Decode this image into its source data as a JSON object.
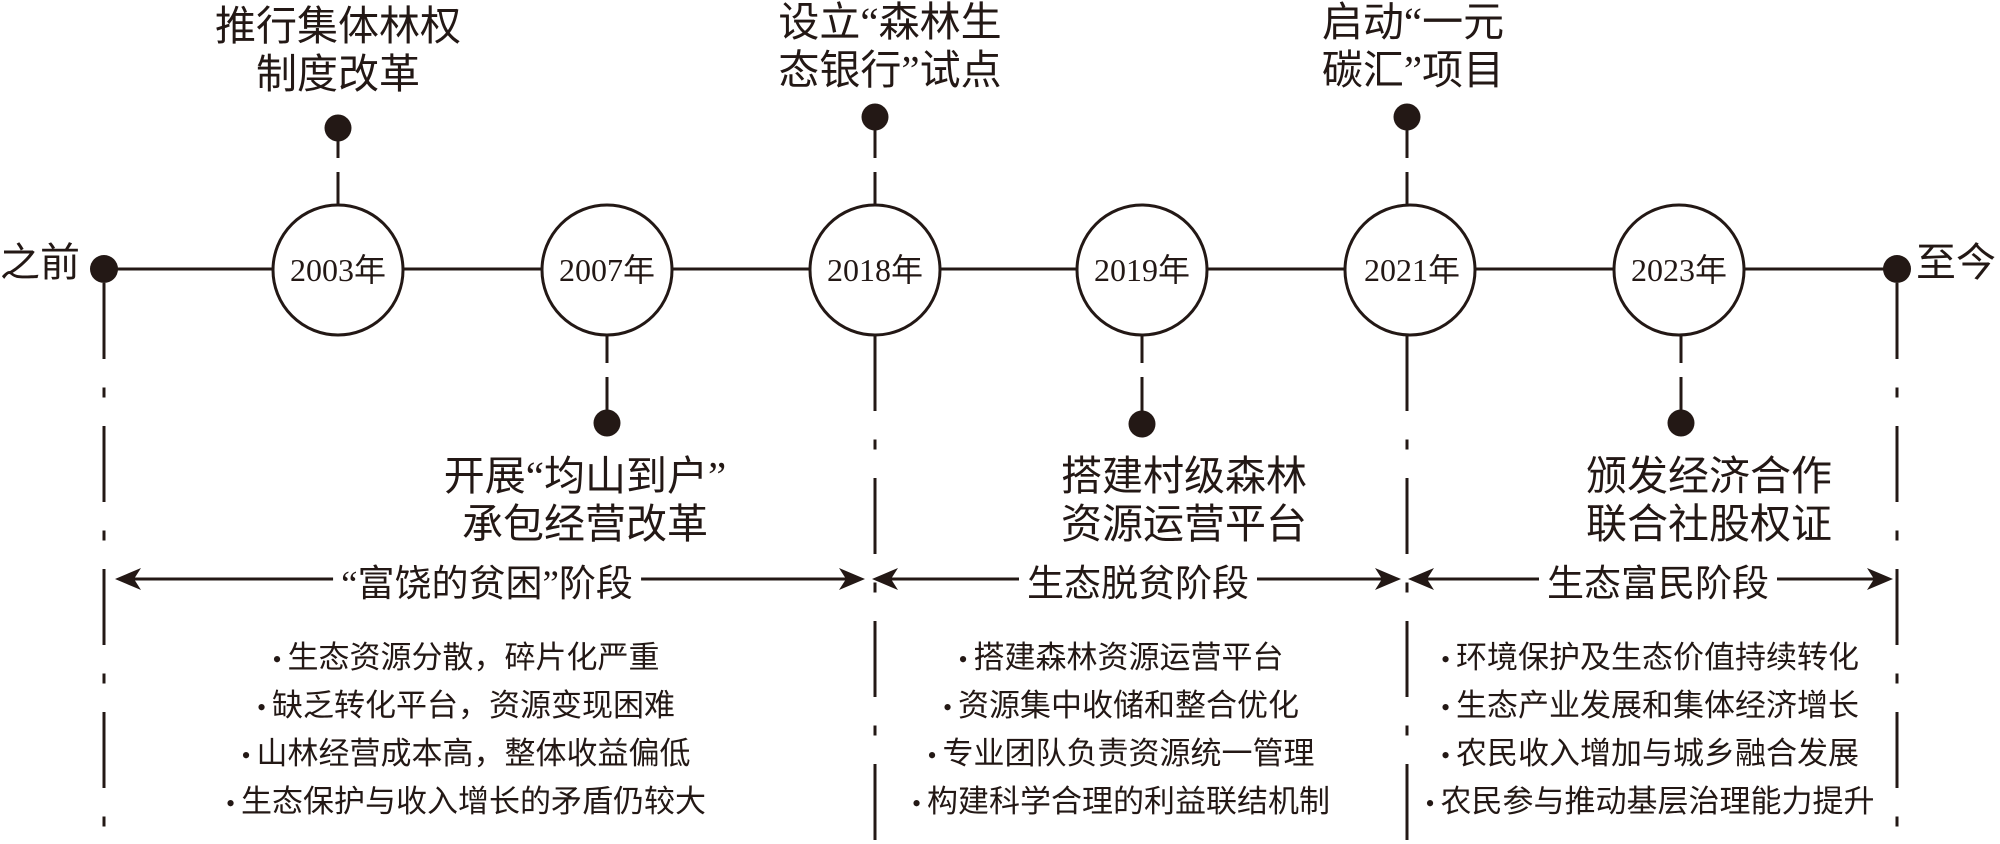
{
  "timeline": {
    "start_label": "之前",
    "end_label": "至今",
    "milestones": [
      {
        "year": "2003年",
        "event_lines": [
          "推行集体林权",
          "制度改革"
        ]
      },
      {
        "year": "2007年",
        "event_lines": [
          "开展“均山到户”",
          "承包经营改革"
        ]
      },
      {
        "year": "2018年",
        "event_lines": [
          "设立“森林生",
          "态银行”试点"
        ]
      },
      {
        "year": "2019年",
        "event_lines": [
          "搭建村级森林",
          "资源运营平台"
        ]
      },
      {
        "year": "2021年",
        "event_lines": [
          "启动“一元",
          "碳汇”项目"
        ]
      },
      {
        "year": "2023年",
        "event_lines": [
          "颁发经济合作",
          "联合社股权证"
        ]
      }
    ]
  },
  "bullet_symbol": "•",
  "stages": [
    {
      "label": "“富饶的贫困”阶段",
      "points": [
        "生态资源分散，碎片化严重",
        "缺乏转化平台，资源变现困难",
        "山林经营成本高，整体收益偏低",
        "生态保护与收入增长的矛盾仍较大"
      ]
    },
    {
      "label": "生态脱贫阶段",
      "points": [
        "搭建森林资源运营平台",
        "资源集中收储和整合优化",
        "专业团队负责资源统一管理",
        "构建科学合理的利益联结机制"
      ]
    },
    {
      "label": "生态富民阶段",
      "points": [
        "环境保护及生态价值持续转化",
        "生态产业发展和集体经济增长",
        "农民收入增加与城乡融合发展",
        "农民参与推动基层治理能力提升"
      ]
    }
  ],
  "colors": {
    "ink": "#231815",
    "background": "#ffffff"
  }
}
